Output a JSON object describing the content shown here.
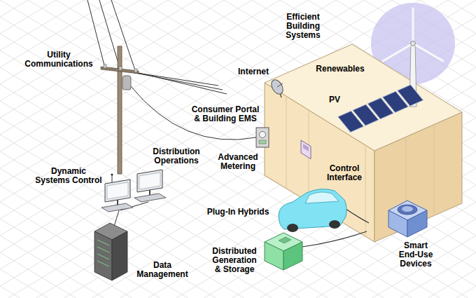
{
  "diagram": {
    "labels": [
      "Utility Communications",
      "Efficient Building Systems",
      "Internet",
      "Renewables",
      "PV",
      "Consumer Portal & Building EMS",
      "Advanced Metering",
      "Control Interface",
      "Plug-In Hybrids",
      "Distributed Generation & Storage",
      "Smart End-Use Devices",
      "Dynamic Systems Control",
      "Distribution Operations",
      "Data Management"
    ]
  }
}
